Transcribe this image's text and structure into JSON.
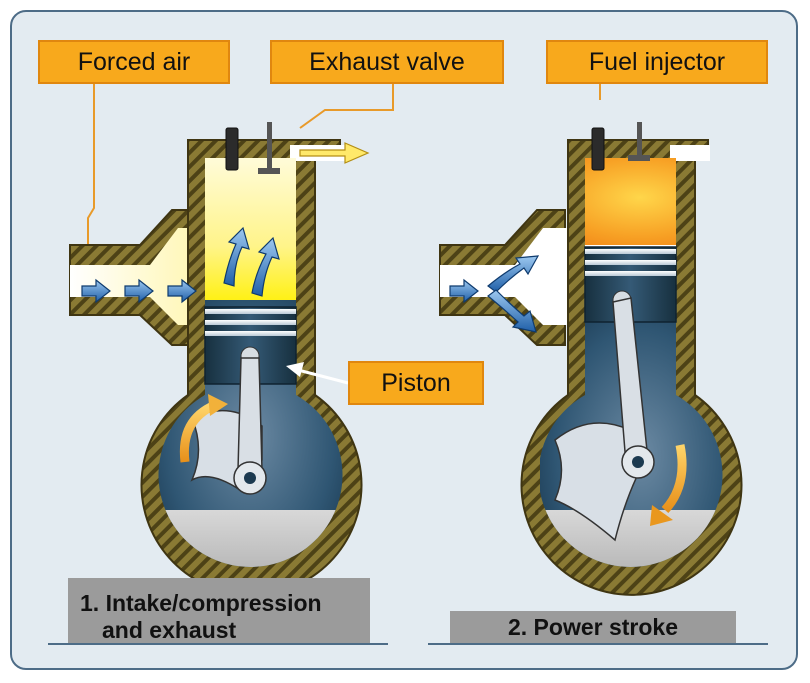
{
  "labels": {
    "forced_air": "Forced air",
    "exhaust_valve": "Exhaust valve",
    "fuel_injector": "Fuel injector",
    "piston": "Piston"
  },
  "captions": {
    "stage1_line1": "1. Intake/compression",
    "stage1_line2": "and exhaust",
    "stage2": "2. Power stroke"
  },
  "colors": {
    "frame_bg": "#e3ebf1",
    "frame_border": "#4d6c87",
    "callout_fill": "#f8a91c",
    "caption_fill": "#9b9b9b",
    "cylinder_wall": "#7a6a28",
    "air_arrows": "#2a6cb8",
    "compressed_air": "#fff36a",
    "combustion": "#f39a1c",
    "piston": "#1e3b52"
  }
}
